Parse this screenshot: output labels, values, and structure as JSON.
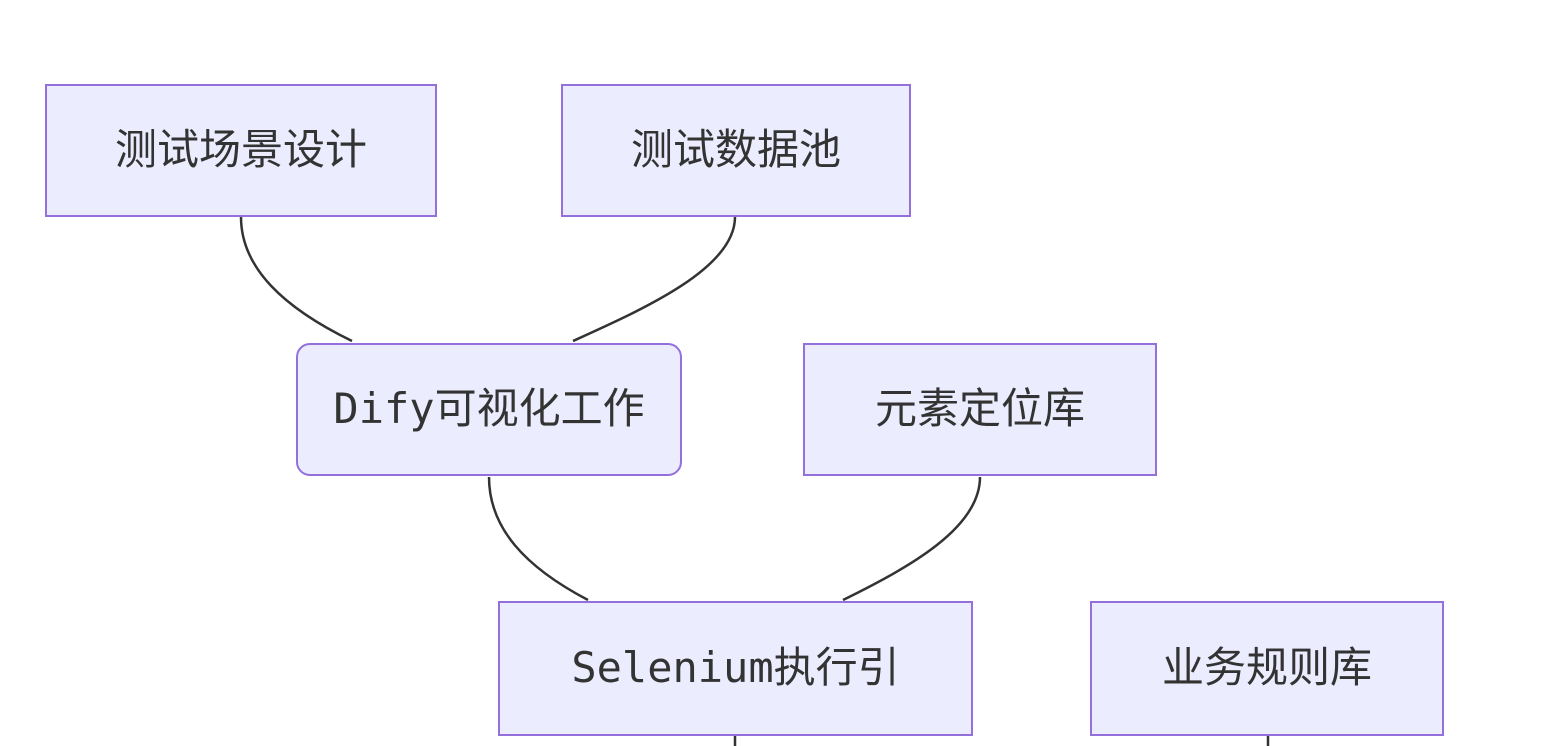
{
  "colors": {
    "background": "#FFFFFF",
    "node_fill": "#ECECFF",
    "node_border": "#9370DB",
    "edge": "#333333",
    "text": "#333333"
  },
  "diagram": {
    "type": "flowchart",
    "direction": "top-down",
    "nodes": [
      {
        "id": "test-scenario-design",
        "label": "测试场景设计",
        "shape": "rectangle"
      },
      {
        "id": "test-data-pool",
        "label": "测试数据池",
        "shape": "rectangle"
      },
      {
        "id": "dify-visual-workflow",
        "label": "Dify可视化工作",
        "shape": "rounded-rectangle"
      },
      {
        "id": "element-locator-library",
        "label": "元素定位库",
        "shape": "rectangle"
      },
      {
        "id": "selenium-execution-engine",
        "label": "Selenium执行引",
        "shape": "rectangle"
      },
      {
        "id": "business-rules-library",
        "label": "业务规则库",
        "shape": "rectangle"
      }
    ],
    "edges": [
      {
        "from": "测试场景设计",
        "to": "Dify可视化工作",
        "style": "curved"
      },
      {
        "from": "测试数据池",
        "to": "Dify可视化工作",
        "style": "curved"
      },
      {
        "from": "Dify可视化工作",
        "to": "Selenium执行引",
        "style": "curved"
      },
      {
        "from": "元素定位库",
        "to": "Selenium执行引",
        "style": "curved"
      },
      {
        "from": "Selenium执行引",
        "to": "offscreen-bottom",
        "style": "straight-stub"
      },
      {
        "from": "业务规则库",
        "to": "offscreen-bottom",
        "style": "straight-stub"
      }
    ]
  }
}
